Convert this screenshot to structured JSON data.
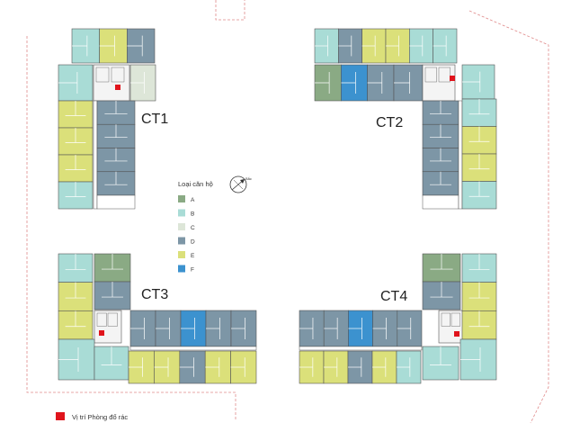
{
  "colors": {
    "A": "#8aaa84",
    "B": "#a9dcd6",
    "C": "#dde6d8",
    "D": "#7d96a6",
    "E": "#dbe07a",
    "F": "#3c92cf",
    "outline": "#555555",
    "boundary": "#e08a8a",
    "trash": "#e0141c",
    "service": "#f4f4f4"
  },
  "buildings": [
    {
      "id": "CT1",
      "label": "CT1"
    },
    {
      "id": "CT2",
      "label": "CT2"
    },
    {
      "id": "CT3",
      "label": "CT3"
    },
    {
      "id": "CT4",
      "label": "CT4"
    }
  ],
  "legend": {
    "title": "Loại căn hộ",
    "items": [
      {
        "key": "A",
        "label": "A"
      },
      {
        "key": "B",
        "label": "B"
      },
      {
        "key": "C",
        "label": "C"
      },
      {
        "key": "D",
        "label": "D"
      },
      {
        "key": "E",
        "label": "E"
      },
      {
        "key": "F",
        "label": "F"
      }
    ]
  },
  "compass_label": "Bắc",
  "footnote": "Vị trí Phòng đổ rác"
}
